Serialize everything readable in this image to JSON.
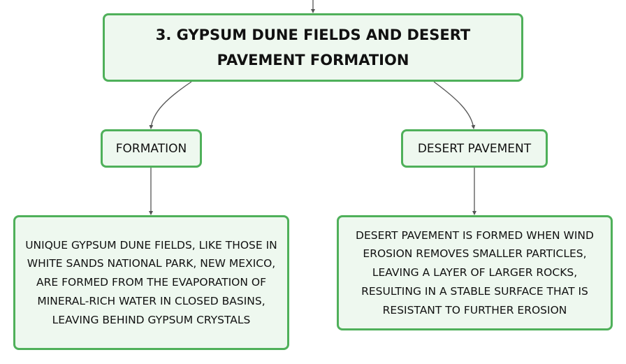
{
  "diagram": {
    "title": "3. GYPSUM DUNE FIELDS AND DESERT PAVEMENT FORMATION",
    "branches": [
      {
        "label": "FORMATION",
        "detail": "UNIQUE GYPSUM DUNE FIELDS, LIKE THOSE IN WHITE SANDS NATIONAL PARK, NEW MEXICO, ARE FORMED FROM THE EVAPORATION OF MINERAL-RICH WATER IN CLOSED BASINS, LEAVING BEHIND GYPSUM CRYSTALS"
      },
      {
        "label": "DESERT PAVEMENT",
        "detail": "DESERT PAVEMENT IS FORMED WHEN WIND EROSION REMOVES SMALLER PARTICLES, LEAVING A LAYER OF LARGER ROCKS, RESULTING IN A STABLE SURFACE THAT IS RESISTANT TO FURTHER EROSION"
      }
    ]
  },
  "colors": {
    "node_border": "#4fb05a",
    "node_fill": "#eef8ef",
    "edge": "#555555"
  }
}
